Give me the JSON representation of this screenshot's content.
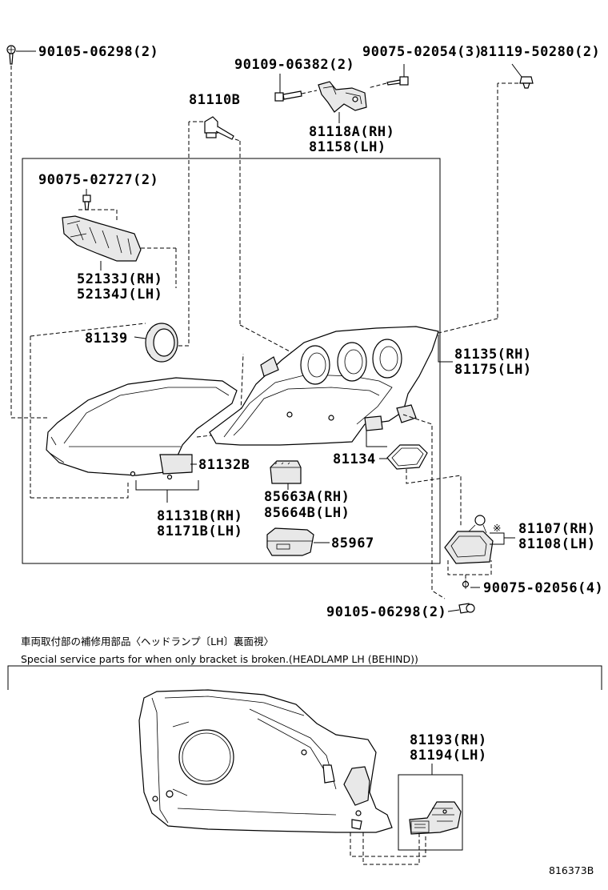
{
  "labels": {
    "p_90105_top": "90105-06298(2)",
    "p_90109": "90109-06382(2)",
    "p_90075_02054": "90075-02054(3)",
    "p_81119": "81119-50280(2)",
    "p_81110b": "81110B",
    "p_81118a": "81118A(RH)",
    "p_81158": "81158(LH)",
    "p_90075_02727": "90075-02727(2)",
    "p_52133j": "52133J(RH)",
    "p_52134j": "52134J(LH)",
    "p_81139": "81139",
    "p_81135": "81135(RH)",
    "p_81175": "81175(LH)",
    "p_81132b": "81132B",
    "p_81134": "81134",
    "p_85663a": "85663A(RH)",
    "p_85664b": "85664B(LH)",
    "p_81131b": "81131B(RH)",
    "p_81171b": "81171B(LH)",
    "p_85967": "85967",
    "p_81107": "81107(RH)",
    "p_81108": "81108(LH)",
    "p_90075_02056": "90075-02056(4)",
    "p_90105_bottom": "90105-06298(2)",
    "p_81193": "81193(RH)",
    "p_81194": "81194(LH)",
    "mark_asterisk": "※"
  },
  "notes": {
    "japanese": "車両取付部の補修用部品〈ヘッドランプ〔LH〕裏面視〉",
    "english": "Special service parts for when only bracket is broken.(HEADLAMP LH (BEHIND))"
  },
  "figure_id": "816373B"
}
